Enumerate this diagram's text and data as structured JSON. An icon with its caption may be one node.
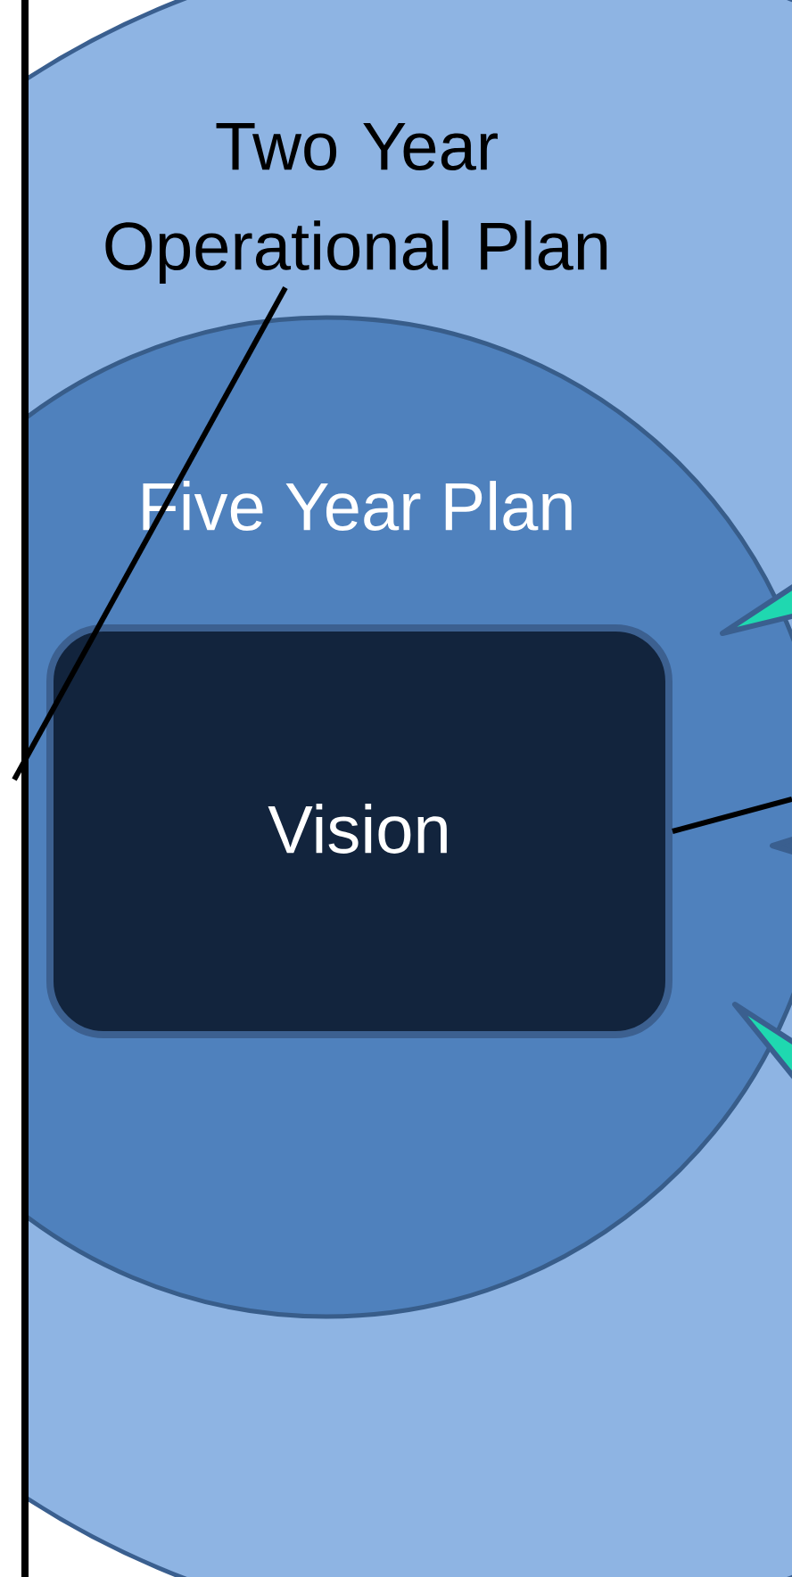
{
  "diagram": {
    "nodes": [
      {
        "text": [],
        "shape": "circle"
      },
      {
        "text": [
          "Two Year Operational Plan"
        ],
        "in": 0
      },
      {
        "text": [
          "Five Year Plan"
        ],
        "in": 0
      },
      {
        "text": [
          "Vision"
        ],
        "in": 2
      }
    ],
    "edges": [
      {
        "from": 1,
        "to": null,
        "arrow": "none"
      },
      {
        "from": 3,
        "to": null,
        "arrow": "none"
      }
    ]
  }
}
